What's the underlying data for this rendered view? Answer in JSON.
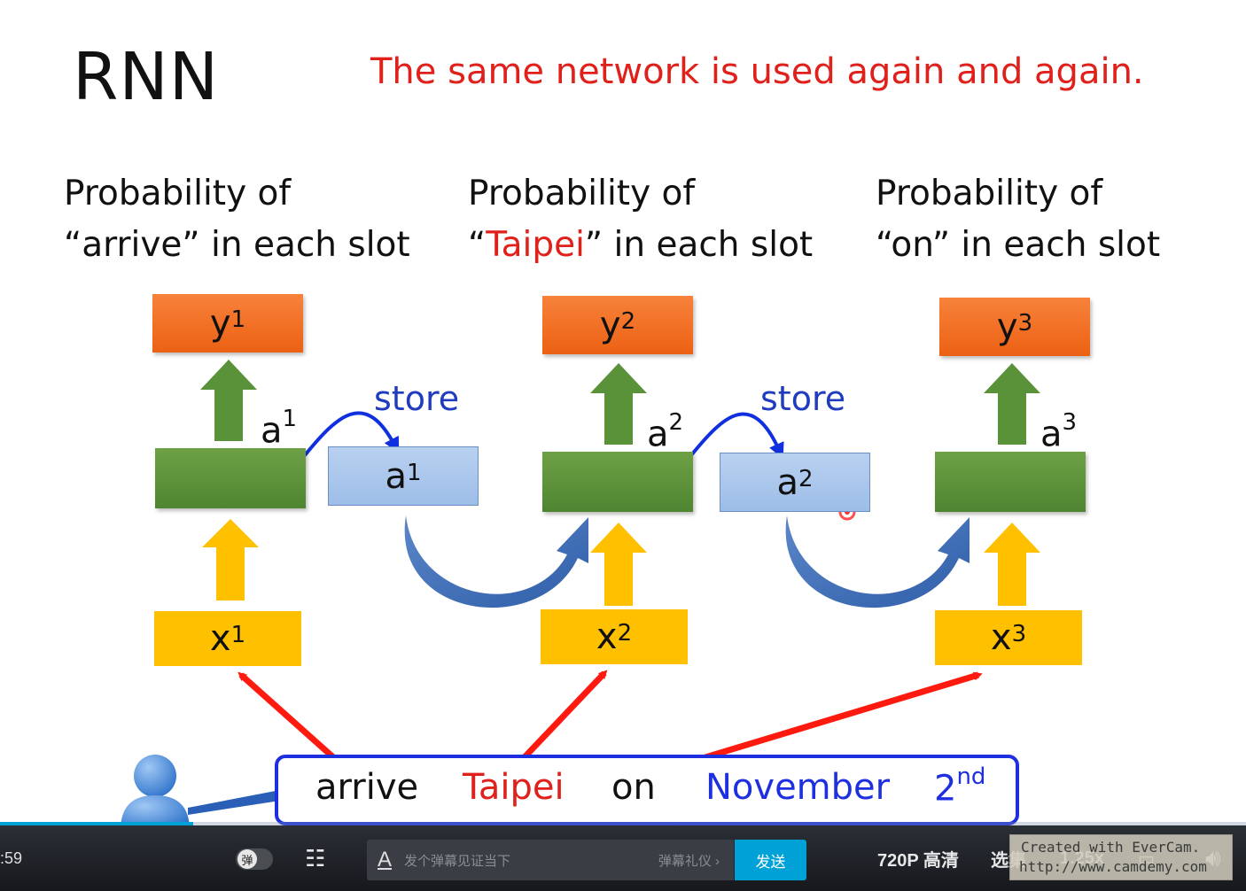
{
  "slide": {
    "title": "RNN",
    "headline": "The same network is used again and again.",
    "captions": [
      {
        "line1": "Probability of",
        "line2_pre": "“arrive” in each slot",
        "line2_red": "",
        "line2_post": ""
      },
      {
        "line1": "Probability of",
        "line2_pre": "“",
        "line2_red": "Taipei",
        "line2_post": "” in each slot"
      },
      {
        "line1": "Probability of",
        "line2_pre": "“on” in each slot",
        "line2_red": "",
        "line2_post": ""
      }
    ],
    "outputs": [
      {
        "base": "y",
        "sup": "1"
      },
      {
        "base": "y",
        "sup": "2"
      },
      {
        "base": "y",
        "sup": "3"
      }
    ],
    "inputs": [
      {
        "base": "x",
        "sup": "1"
      },
      {
        "base": "x",
        "sup": "2"
      },
      {
        "base": "x",
        "sup": "3"
      }
    ],
    "hidden_labels": [
      {
        "base": "a",
        "sup": "1"
      },
      {
        "base": "a",
        "sup": "2"
      },
      {
        "base": "a",
        "sup": "3"
      }
    ],
    "memory": [
      {
        "base": "a",
        "sup": "1"
      },
      {
        "base": "a",
        "sup": "2"
      }
    ],
    "store_label": "store",
    "sentence": {
      "w1": "arrive",
      "w2": "Taipei",
      "w3": "on",
      "w4": "November",
      "w5_base": "2",
      "w5_sup": "nd"
    },
    "colors": {
      "red": "#e0201b",
      "blue_word": "#1d2fe0",
      "output": "#ec6114",
      "hidden": "#5a9239",
      "memory": "#a9c6ec",
      "input": "#ffc000"
    }
  },
  "player": {
    "time": ":59",
    "danmaku_toggle": "弹",
    "danmaku_placeholder": "发个弹幕见证当下",
    "danmaku_etiquette": "弹幕礼仪 ›",
    "send_label": "发送",
    "quality": "720P 高清",
    "episodes": "选集",
    "speed": "1.25x",
    "progress": 0.155,
    "watermark_line1": "Created with EverCam.",
    "watermark_line2": "http://www.camdemy.com"
  }
}
